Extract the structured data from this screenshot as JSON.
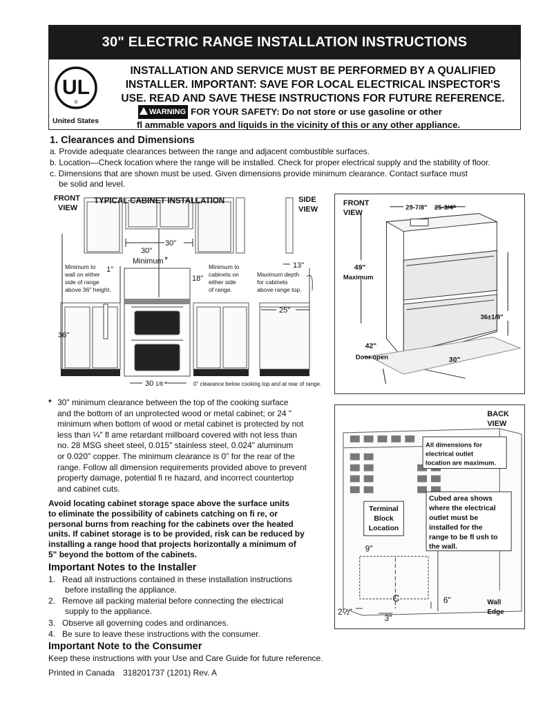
{
  "header": {
    "title": "30\" ELECTRIC RANGE INSTALLATION INSTRUCTIONS",
    "ul_logo_text": "UL",
    "ul_registered": "®",
    "ul_region": "United States",
    "install_notice_lines": [
      "INSTALLATION AND SERVICE MUST BE PERFORMED BY A QUALIFIED",
      "INSTALLER. IMPORTANT: SAVE FOR LOCAL ELECTRICAL INSPECTOR'S",
      "USE. READ AND SAVE THESE INSTRUCTIONS FOR FUTURE REFERENCE."
    ],
    "warning_badge": "WARNING",
    "safety_line1": "FOR YOUR SAFETY: Do not store or use gasoline or other",
    "safety_line2": "fl ammable vapors and liquids in the vicinity of this or any other appliance."
  },
  "section1": {
    "heading": "1.  Clearances and Dimensions",
    "a": "a. Provide adequate clearances between the range and adjacent combustible surfaces.",
    "b": "b. Location—Check location where the range will be installed. Check for proper electrical supply and the stability of floor.",
    "c1": "c. Dimensions that are shown must be used. Given dimensions provide minimum clearance. Contact surface must",
    "c2": "be solid and level."
  },
  "cabinet_figure": {
    "front_view": [
      "FRONT",
      "VIEW"
    ],
    "title": "TYPICAL CABINET INSTALLATION",
    "side_view": [
      "SIDE",
      "VIEW"
    ],
    "dim_30_top": "30\"",
    "dim_30_min": [
      "30\"",
      "Minimum"
    ],
    "star": "*",
    "dim_1": "1\"",
    "min_wall": [
      "Minimum to",
      "wall on either",
      "side of range",
      "above 36\" height."
    ],
    "dim_18": "18\"",
    "min_cab": [
      "Minimum to",
      "cabinets on",
      "either side",
      "of range."
    ],
    "dim_13": "13\"",
    "max_depth": [
      "Maximum depth",
      "for cabinets",
      "above range top."
    ],
    "dim_25": "25\"",
    "dim_36": "36\"",
    "dim_30_bottom": "30",
    "dim_30_bottom_frac": "1/8 \"",
    "zero_clearance": "0\" clearance below cooking top and at rear of range."
  },
  "range_figure": {
    "front_view": [
      "FRONT",
      "VIEW"
    ],
    "width1": "29-7/8\"",
    "width2": "25-3/4\"",
    "height_49": "49\"",
    "maximum": "Maximum",
    "height_36": "36±1/8\"",
    "depth_42": "42\"",
    "door_open": "Door open",
    "width_30": "30\""
  },
  "back_figure": {
    "back_view": [
      "BACK",
      "VIEW"
    ],
    "all_dims": [
      "All dimensions for",
      "electrical outlet",
      "location are maximum."
    ],
    "terminal_block": [
      "Terminal",
      "Block",
      "Location"
    ],
    "cubed_area": [
      "Cubed area shows",
      "where the electrical",
      "outlet must be",
      "installed for the",
      "range to be fl ush to",
      "the wall."
    ],
    "dim_9": "9\"",
    "dim_6": "6\"",
    "dim_2_5": "2½\"",
    "dim_3": "3\"",
    "centerline": "C",
    "wall_edge": [
      "Wall",
      "Edge"
    ]
  },
  "footnote": {
    "star": "*",
    "lines": [
      "30\" minimum clearance between the top of the cooking surface",
      "and the bottom of an unprotected wood or metal cabinet; or 24 \"",
      "minimum when bottom of wood or metal cabinet is protected by not",
      "less than ¼\" fl ame retardant millboard covered with not less than",
      "no. 28 MSG sheet steel, 0.015\" stainless steel, 0.024\" aluminum",
      "or  0.020\" copper. The minimum clearance is 0\" for the rear of the",
      "range. Follow all dimension requirements provided above to prevent",
      "property damage, potential fi re hazard, and incorrect countertop",
      "and cabinet cuts."
    ]
  },
  "avoid": {
    "lines": [
      "Avoid locating cabinet storage space above the surface units",
      "to eliminate the possibility of cabinets catching on fi re, or",
      "personal burns from reaching for the cabinets over the heated",
      "units. If cabinet storage is to be provided, risk can be reduced by",
      "installing a range hood that projects horizontally a minimum of",
      "5\" beyond the bottom of the cabinets."
    ]
  },
  "installer_notes": {
    "heading": "Important Notes to the Installer",
    "items": [
      {
        "num": "1.",
        "text": "Read all instructions contained in these installation instructions",
        "cont": "before installing the appliance."
      },
      {
        "num": "2.",
        "text": "Remove all packing material before connecting the electrical",
        "cont": "supply to the appliance."
      },
      {
        "num": "3.",
        "text": "Observe all governing codes and ordinances.",
        "cont": ""
      },
      {
        "num": "4.",
        "text": "Be sure to leave these instructions with the consumer.",
        "cont": ""
      }
    ]
  },
  "consumer_note": {
    "heading": "Important Note to the Consumer",
    "text": "Keep these instructions with your Use and Care Guide for future reference."
  },
  "footer": {
    "printed": "Printed in Canada",
    "code": "318201737 (1201) Rev. A"
  }
}
